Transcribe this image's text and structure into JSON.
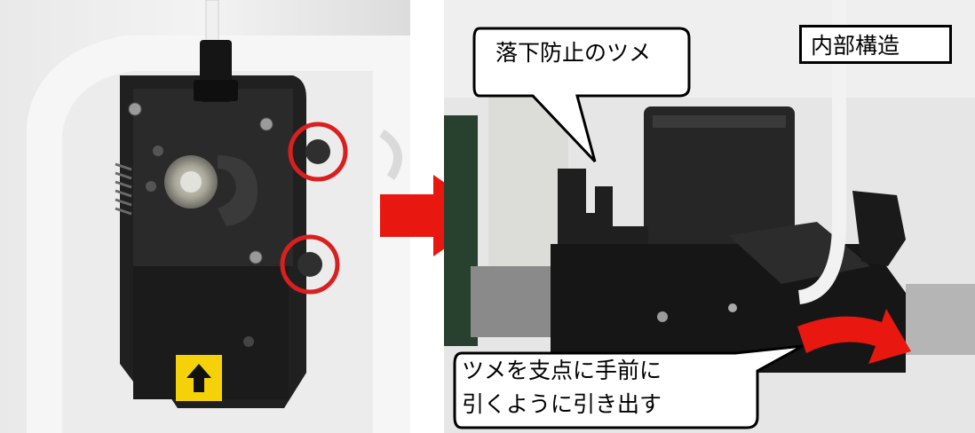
{
  "callouts": {
    "fall_prevention_claw": "落下防止のツメ",
    "internal_structure": "内部構造",
    "instruction_line1": "ツメを支点に手前に",
    "instruction_line2": "引くように引き出す"
  },
  "colors": {
    "highlight_circle": "#d91f1f",
    "arrow": "#e8170f",
    "label_bg": "#ffffff",
    "label_border": "#000000",
    "warning_sticker": "#f5d10a"
  },
  "icons": {
    "direction_arrow": "right-arrow-icon",
    "pull_arrow": "curved-arrow-icon",
    "sticker": "up-arrow-icon"
  }
}
